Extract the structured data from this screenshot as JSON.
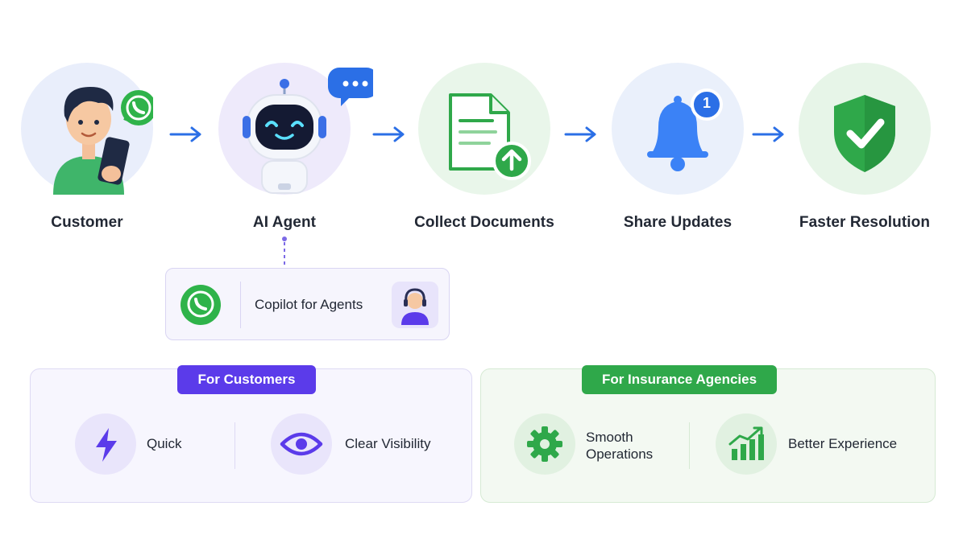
{
  "flow": {
    "steps": [
      {
        "label": "Customer",
        "icon": "customer-with-phone-icon"
      },
      {
        "label": "AI Agent",
        "icon": "robot-icon"
      },
      {
        "label": "Collect Documents",
        "icon": "document-upload-icon"
      },
      {
        "label": "Share Updates",
        "icon": "bell-notification-icon",
        "badge": "1"
      },
      {
        "label": "Faster Resolution",
        "icon": "shield-check-icon"
      }
    ]
  },
  "copilot": {
    "label": "Copilot for Agents",
    "left_icon": "whatsapp-icon",
    "right_icon": "headset-agent-icon"
  },
  "customers_panel": {
    "title": "For Customers",
    "features": [
      {
        "label": "Quick",
        "icon": "lightning-icon"
      },
      {
        "label": "Clear Visibility",
        "icon": "eye-icon"
      }
    ]
  },
  "agencies_panel": {
    "title": "For Insurance Agencies",
    "features": [
      {
        "label_line1": "Smooth",
        "label_line2": "Operations",
        "icon": "gear-icon"
      },
      {
        "label": "Better Experience",
        "icon": "growth-chart-icon"
      }
    ]
  },
  "colors": {
    "arrow": "#2b6fe6",
    "purple_accent": "#5b3bea",
    "green_accent": "#2fa84a",
    "blue_accent": "#3b82f6"
  }
}
